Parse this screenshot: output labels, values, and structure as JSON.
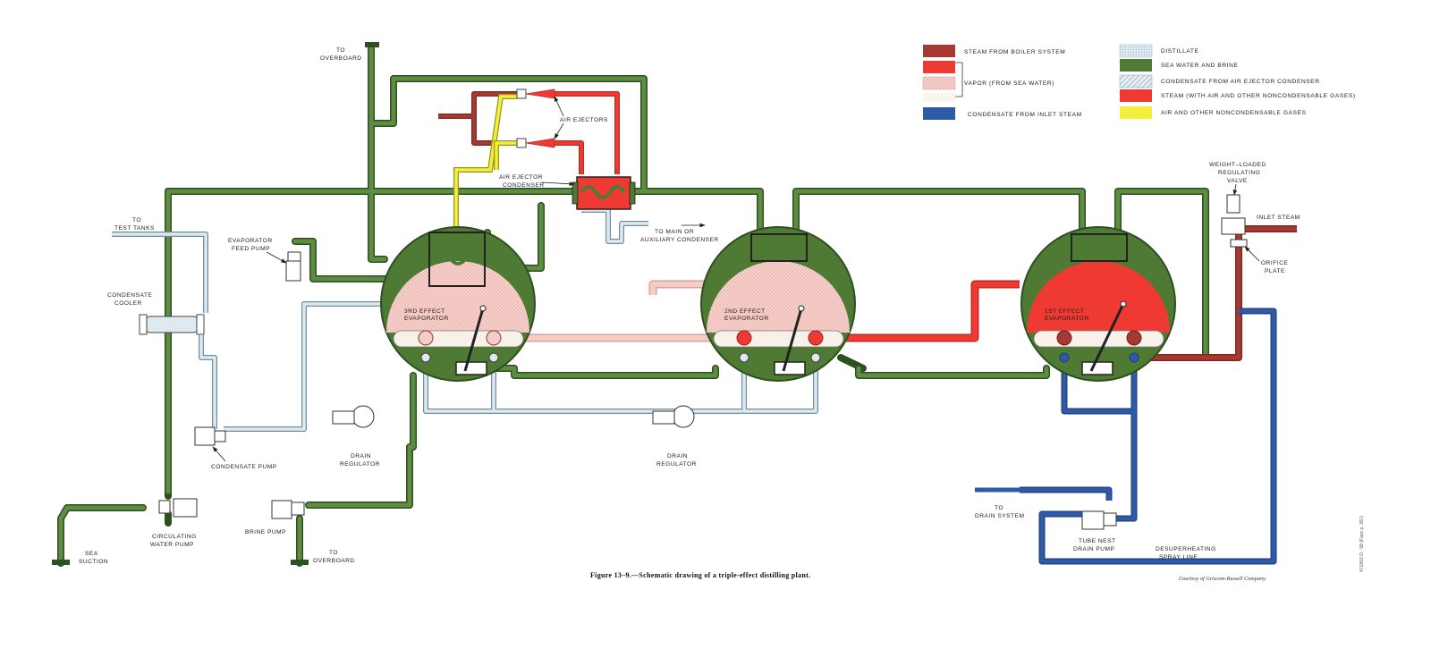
{
  "colors": {
    "steam_boiler": "#a53a33",
    "vapor": "#ee3a32",
    "vapor_light": "#f2c1bb",
    "condensate_inlet": "#2f5aa8",
    "distillate": "#c9dce6",
    "sea_water": "#4e7a34",
    "sea_water_dark": "#2e4f1f",
    "condensate_air_ejector": "#a9c3d6",
    "steam_with_gases": "#ee3a32",
    "air_gases": "#f4ef3a"
  },
  "legend": {
    "steam_from_boiler": "STEAM FROM BOILER SYSTEM",
    "vapor_from_sea_water": "VAPOR (FROM SEA WATER)",
    "condensate_from_inlet_steam": "CONDENSATE FROM INLET STEAM",
    "distillate": "DISTILLATE",
    "sea_water_and_brine": "SEA WATER AND BRINE",
    "condensate_from_air_ejector": "CONDENSATE FROM AIR EJECTOR CONDENSER",
    "steam_with_gases": "STEAM (WITH AIR AND OTHER NONCONDENSABLE GASES)",
    "air_gases": "AIR AND OTHER NONCONDENSABLE GASES"
  },
  "labels": {
    "to_overboard_top": [
      "TO",
      "OVERBOARD"
    ],
    "air_ejectors": "AIR EJECTORS",
    "air_ejector_condenser": [
      "AIR EJECTOR",
      "CONDENSER"
    ],
    "to_main_condenser": [
      "TO MAIN OR",
      "AUXILIARY CONDENSER"
    ],
    "to_test_tanks": [
      "TO",
      "TEST TANKS"
    ],
    "evaporator_feed_pump": [
      "EVAPORATOR",
      "FEED PUMP"
    ],
    "condensate_cooler": [
      "CONDENSATE",
      "COOLER"
    ],
    "third_effect": [
      "3RD EFFECT",
      "EVAPORATOR"
    ],
    "second_effect": [
      "2ND EFFECT",
      "EVAPORATOR"
    ],
    "first_effect": [
      "1ST EFFECT",
      "EVAPORATOR"
    ],
    "weight_loaded_valve": [
      "WEIGHT–LOADED",
      "REGULATING",
      "VALVE"
    ],
    "inlet_steam": "INLET STEAM",
    "orifice_plate": [
      "ORIFICE",
      "PLATE"
    ],
    "condensate_pump": "CONDENSATE PUMP",
    "drain_regulator_1": [
      "DRAIN",
      "REGULATOR"
    ],
    "drain_regulator_2": [
      "DRAIN",
      "REGULATOR"
    ],
    "brine_pump": "BRINE PUMP",
    "to_overboard_bottom": [
      "TO",
      "OVERBOARD"
    ],
    "circulating_water_pump": [
      "CIRCULATING",
      "WATER PUMP"
    ],
    "sea_suction": [
      "SEA",
      "SUCTION"
    ],
    "to_drain_system": [
      "TO",
      "DRAIN SYSTEM"
    ],
    "tube_nest_drain_pump": [
      "TUBE NEST",
      "DRAIN PUMP"
    ],
    "desuperheating_spray_line": [
      "DESUPERHEATING",
      "SPRAY LINE"
    ]
  },
  "caption": "Figure 13–9.—Schematic drawing of a triple-effect distilling plant.",
  "credit": "Courtesy of Griscom-Russell Company.",
  "side_note": "471853 O - 58 (Face p. 357)"
}
